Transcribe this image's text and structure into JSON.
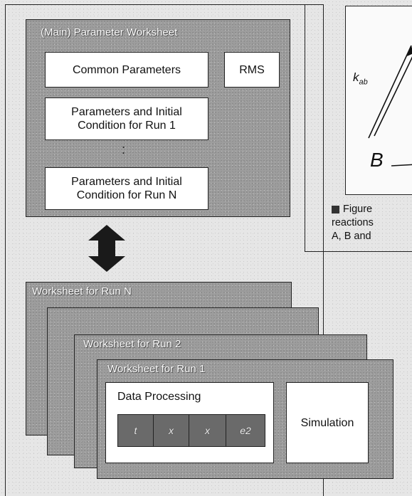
{
  "main_worksheet": {
    "title": "(Main) Parameter Worksheet",
    "common_parameters": "Common Parameters",
    "rms": "RMS",
    "run1_params_line1": "Parameters and Initial",
    "run1_params_line2": "Condition for Run 1",
    "ellipsis": ":",
    "runN_params_line1": "Parameters and Initial",
    "runN_params_line2": "Condition for Run N"
  },
  "worksheets": {
    "run_n_title": "Worksheet for Run N",
    "run_2_title": "Worksheet for Run 2",
    "run_1_title": "Worksheet for Run 1",
    "data_processing": "Data Processing",
    "simulation": "Simulation",
    "cells": [
      "t",
      "x",
      "x",
      "e2"
    ]
  },
  "right_panel": {
    "kab_label": "k",
    "kab_sub": "ab",
    "b_label": "B",
    "caption_line1": "Figure",
    "caption_line2": "reactions",
    "caption_line3": "A, B and"
  },
  "colors": {
    "speckle_gray": "#9d9d9d",
    "dark_cells": "#6a6a6a",
    "arrow": "#1a1a1a"
  }
}
